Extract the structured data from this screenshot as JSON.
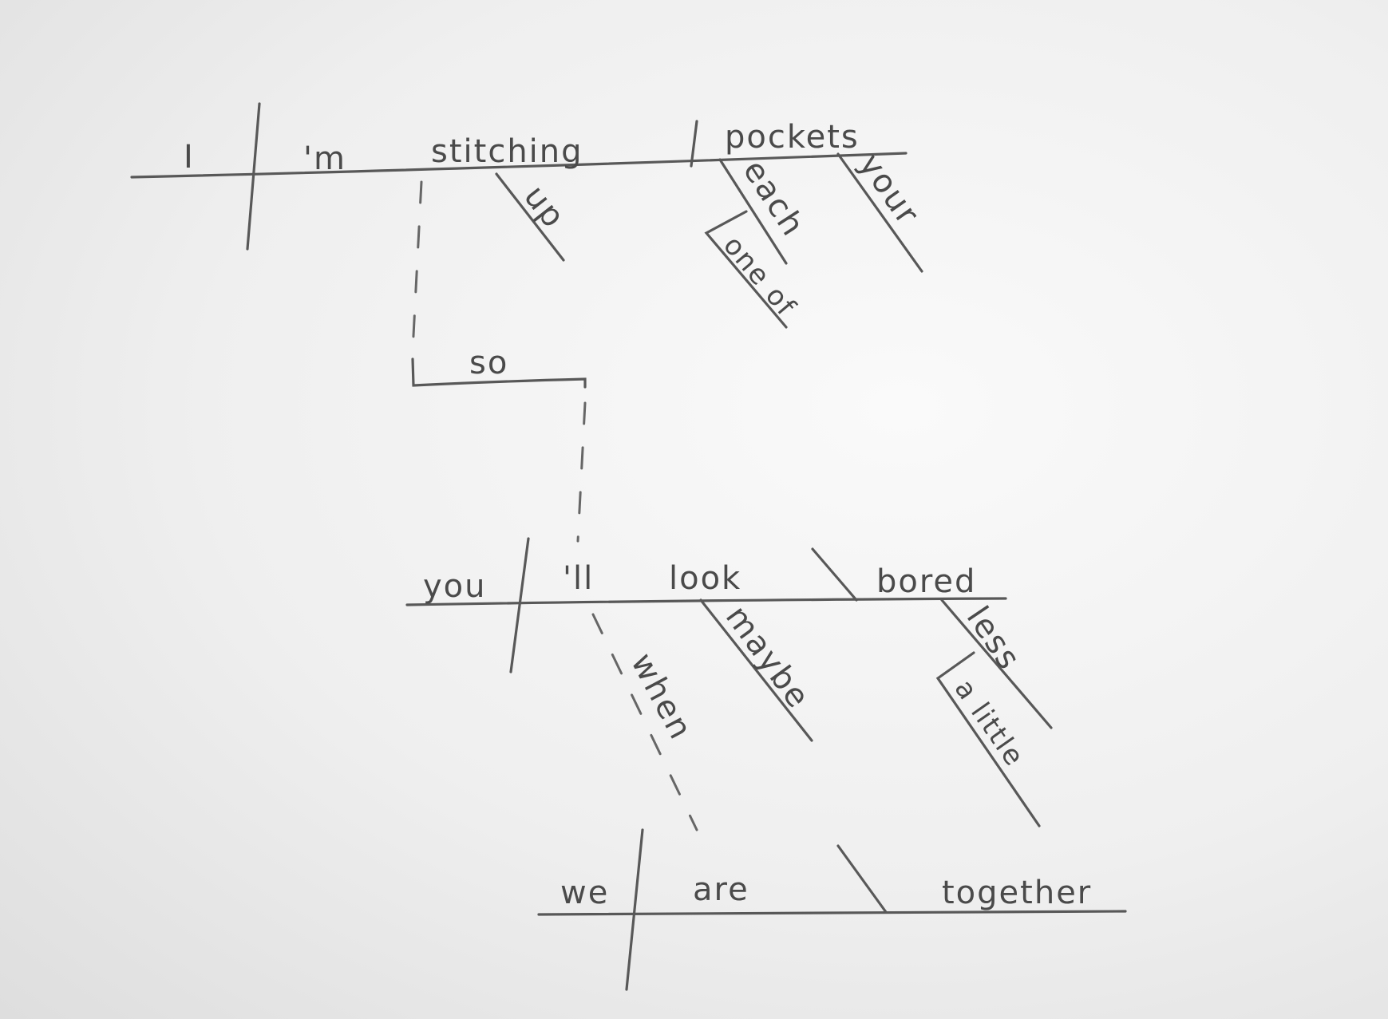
{
  "sentence_1": {
    "subject": "I",
    "auxiliary": "'m",
    "verb": "stitching",
    "particle": "up",
    "object": "pockets",
    "modifier_each": "each",
    "modifier_one_of": "one of",
    "modifier_your": "your"
  },
  "connector": "so",
  "sentence_2": {
    "subject": "you",
    "auxiliary": "'ll",
    "verb": "look",
    "adverb": "maybe",
    "complement": "bored",
    "modifier_less": "less",
    "modifier_a_little": "a little",
    "subordinator": "when"
  },
  "sentence_3": {
    "subject": "we",
    "verb": "are",
    "complement": "together"
  }
}
